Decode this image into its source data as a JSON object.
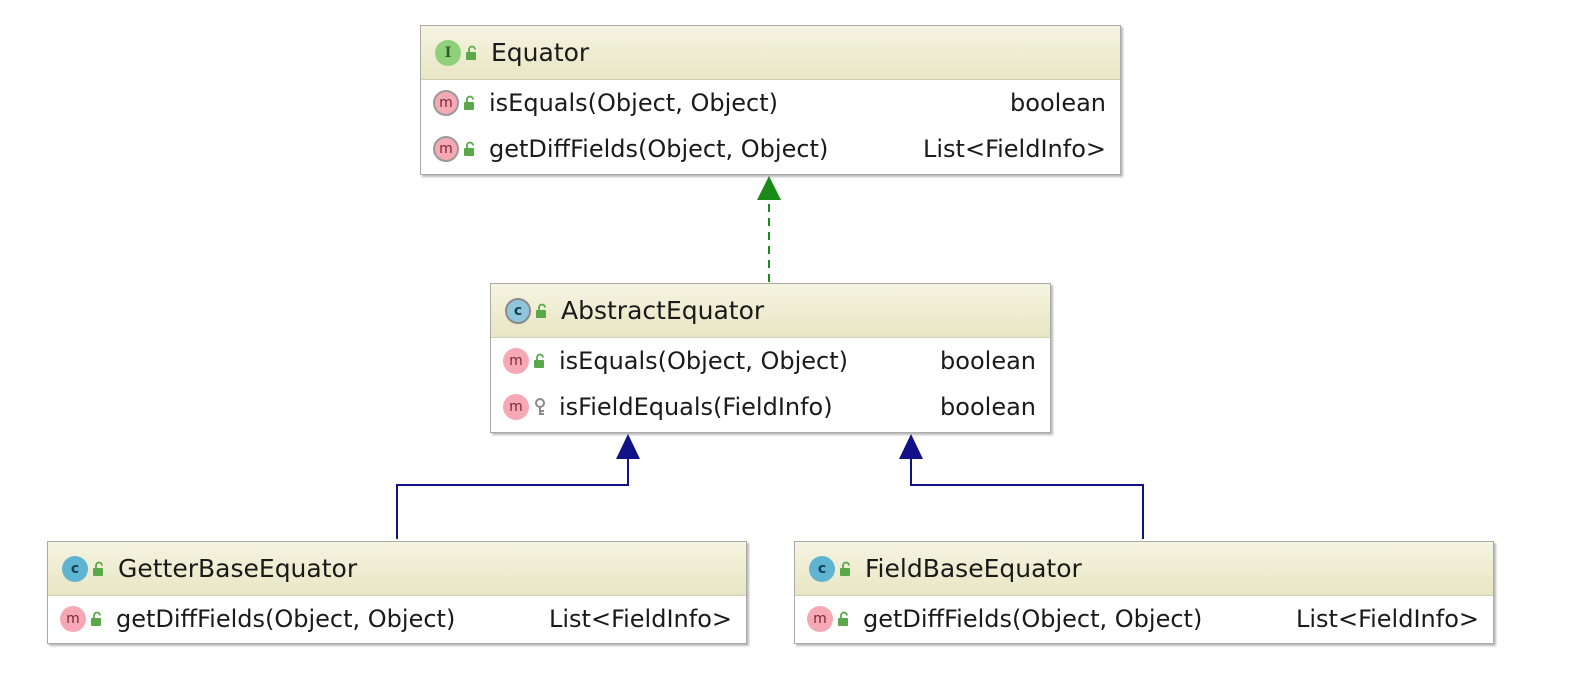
{
  "nodes": {
    "equator": {
      "badge": "I",
      "kind": "interface",
      "name": "Equator",
      "members": [
        {
          "badge": "m",
          "abstract": true,
          "visibility": "public",
          "signature": "isEquals(Object, Object)",
          "returns": "boolean"
        },
        {
          "badge": "m",
          "abstract": true,
          "visibility": "public",
          "signature": "getDiffFields(Object, Object)",
          "returns": "List<FieldInfo>"
        }
      ]
    },
    "abstract_equator": {
      "badge": "c",
      "kind": "abstract-class",
      "name": "AbstractEquator",
      "members": [
        {
          "badge": "m",
          "abstract": false,
          "visibility": "public",
          "signature": "isEquals(Object, Object)",
          "returns": "boolean"
        },
        {
          "badge": "m",
          "abstract": false,
          "visibility": "private",
          "signature": "isFieldEquals(FieldInfo)",
          "returns": "boolean"
        }
      ]
    },
    "getter_base_equator": {
      "badge": "c",
      "kind": "class",
      "name": "GetterBaseEquator",
      "members": [
        {
          "badge": "m",
          "abstract": false,
          "visibility": "public",
          "signature": "getDiffFields(Object, Object)",
          "returns": "List<FieldInfo>"
        }
      ]
    },
    "field_base_equator": {
      "badge": "c",
      "kind": "class",
      "name": "FieldBaseEquator",
      "members": [
        {
          "badge": "m",
          "abstract": false,
          "visibility": "public",
          "signature": "getDiffFields(Object, Object)",
          "returns": "List<FieldInfo>"
        }
      ]
    }
  },
  "edges": [
    {
      "from": "abstract_equator",
      "to": "equator",
      "type": "realization"
    },
    {
      "from": "getter_base_equator",
      "to": "abstract_equator",
      "type": "generalization"
    },
    {
      "from": "field_base_equator",
      "to": "abstract_equator",
      "type": "generalization"
    }
  ],
  "colors": {
    "realization": "#1a8a1a",
    "generalization": "#111188",
    "visibility_public": "#5aa84a",
    "visibility_private": "#8a8a8a"
  }
}
